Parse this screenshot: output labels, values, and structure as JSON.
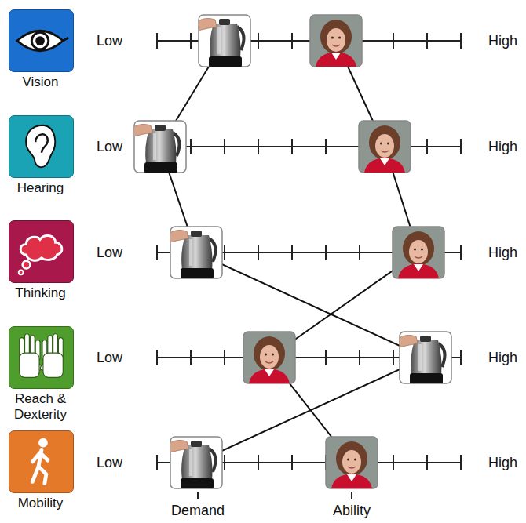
{
  "diagram": {
    "nodes": [
      {
        "text": [
          "Vision"
        ]
      },
      {
        "text": [
          "Hearing"
        ]
      },
      {
        "text": [
          "Thinking"
        ]
      },
      {
        "text": [
          "Reach & Dexterity"
        ]
      },
      {
        "text": [
          "Mobility"
        ]
      }
    ],
    "labels": [
      "Low",
      "High",
      "Low",
      "High",
      "Low",
      "High",
      "Low",
      "High",
      "Low",
      "High",
      "Demand",
      "Ability"
    ]
  }
}
